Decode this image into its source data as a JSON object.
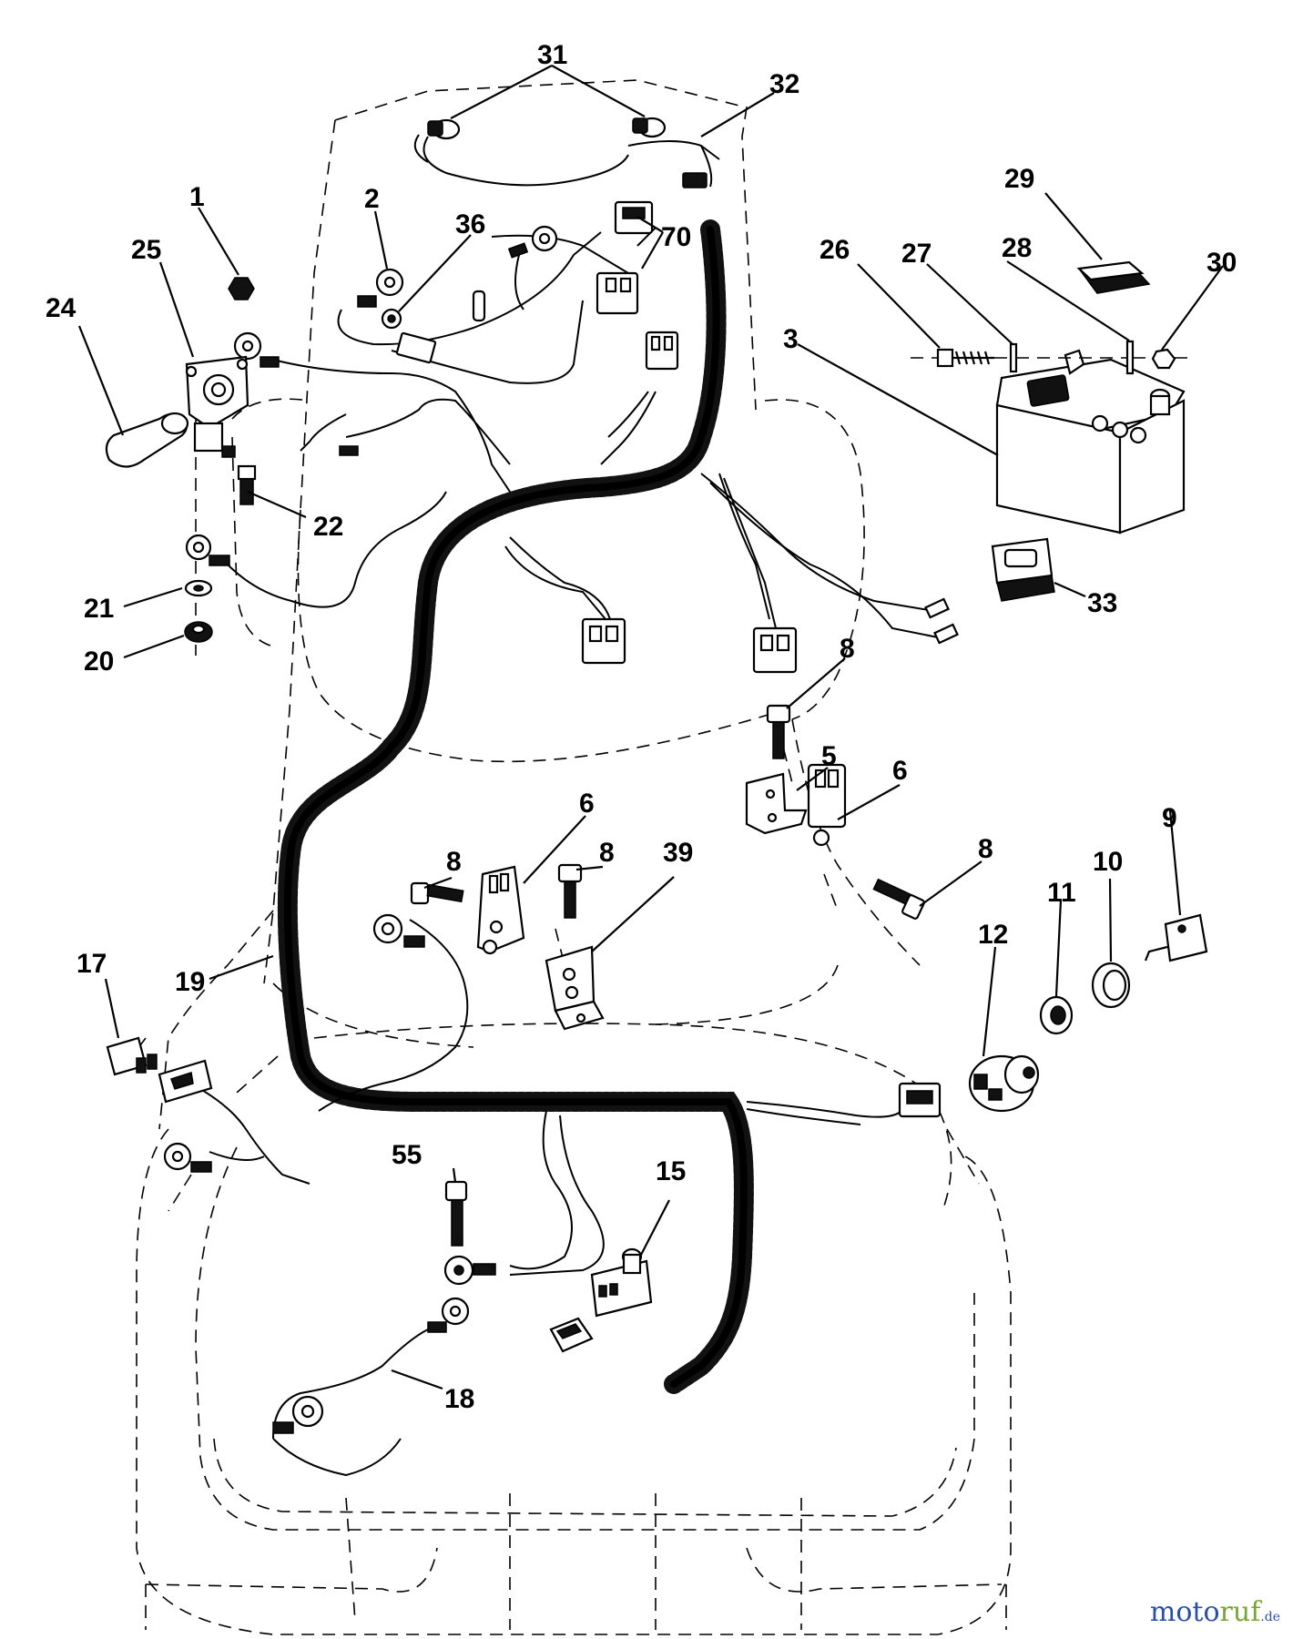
{
  "diagram": {
    "callouts": [
      {
        "id": "31",
        "label": "31"
      },
      {
        "id": "32",
        "label": "32"
      },
      {
        "id": "29",
        "label": "29"
      },
      {
        "id": "2",
        "label": "2"
      },
      {
        "id": "36",
        "label": "36"
      },
      {
        "id": "70",
        "label": "70"
      },
      {
        "id": "26",
        "label": "26"
      },
      {
        "id": "27",
        "label": "27"
      },
      {
        "id": "28",
        "label": "28"
      },
      {
        "id": "30",
        "label": "30"
      },
      {
        "id": "1",
        "label": "1"
      },
      {
        "id": "25",
        "label": "25"
      },
      {
        "id": "24",
        "label": "24"
      },
      {
        "id": "3",
        "label": "3"
      },
      {
        "id": "22",
        "label": "22"
      },
      {
        "id": "33",
        "label": "33"
      },
      {
        "id": "21",
        "label": "21"
      },
      {
        "id": "20",
        "label": "20"
      },
      {
        "id": "8a",
        "label": "8"
      },
      {
        "id": "5",
        "label": "5"
      },
      {
        "id": "6a",
        "label": "6"
      },
      {
        "id": "6b",
        "label": "6"
      },
      {
        "id": "8b",
        "label": "8"
      },
      {
        "id": "39",
        "label": "39"
      },
      {
        "id": "8c",
        "label": "8"
      },
      {
        "id": "8d",
        "label": "8"
      },
      {
        "id": "9",
        "label": "9"
      },
      {
        "id": "10",
        "label": "10"
      },
      {
        "id": "11",
        "label": "11"
      },
      {
        "id": "12",
        "label": "12"
      },
      {
        "id": "17",
        "label": "17"
      },
      {
        "id": "19",
        "label": "19"
      },
      {
        "id": "55",
        "label": "55"
      },
      {
        "id": "15",
        "label": "15"
      },
      {
        "id": "18",
        "label": "18"
      }
    ]
  },
  "watermark": {
    "part1": "moto",
    "part2": "ruf",
    "part3": ".de"
  }
}
